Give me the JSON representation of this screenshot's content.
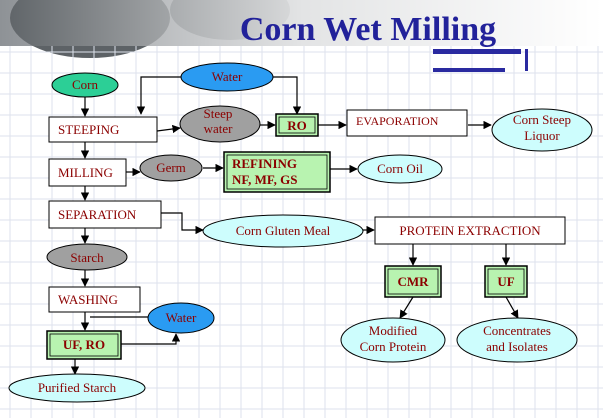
{
  "title": "Corn Wet Milling",
  "colors": {
    "title": "#22229a",
    "box_text": "#8b0000",
    "cyan_fill": "#cdfdfd",
    "teal_fill": "#2ccf96",
    "blue_fill": "#2a9bf2",
    "gray_fill": "#a0a0a0",
    "green_fill": "#b8f3b0"
  },
  "nodes": {
    "corn": "Corn",
    "water_top": "Water",
    "steep_water": [
      "Steep",
      "water"
    ],
    "ro": "RO",
    "evaporation": "EVAPORATION",
    "corn_steep_liquor": [
      "Corn Steep",
      "Liquor"
    ],
    "steeping": "STEEPING",
    "milling": "MILLING",
    "germ": "Germ",
    "refining": [
      "REFINING",
      "NF, MF, GS"
    ],
    "corn_oil": "Corn Oil",
    "separation": "SEPARATION",
    "corn_gluten_meal": "Corn Gluten Meal",
    "protein_extraction": "PROTEIN EXTRACTION",
    "starch": "Starch",
    "cmr": "CMR",
    "uf": "UF",
    "washing": "WASHING",
    "water_bottom": "Water",
    "uf_ro": "UF, RO",
    "modified_corn_protein": [
      "Modified",
      "Corn Protein"
    ],
    "concentrates_isolates": [
      "Concentrates",
      "and Isolates"
    ],
    "purified_starch": "Purified Starch"
  }
}
